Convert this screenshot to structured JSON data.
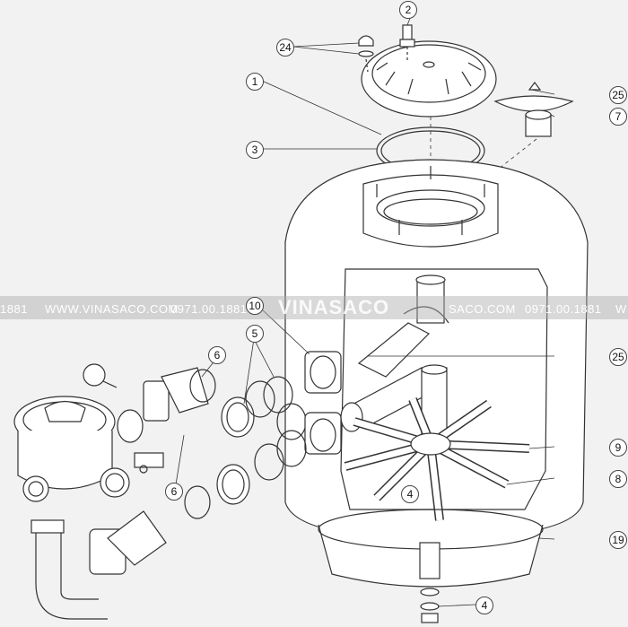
{
  "watermark": {
    "brand": "VINASACO",
    "website": "WWW.VINASACO.COM",
    "website_partial": "SACO.COM",
    "phone": "0971.00.1881",
    "phone_partial": "0971.00.1881",
    "edge_left": "1881",
    "edge_right": "W"
  },
  "callouts": [
    "2",
    "24",
    "1",
    "25",
    "7",
    "3",
    "10",
    "5",
    "6",
    "25",
    "9",
    "8",
    "6",
    "4",
    "19",
    "4"
  ],
  "colors": {
    "background": "#f2f2f2",
    "line": "#333333",
    "watermark_band": "#aaaaaa"
  }
}
